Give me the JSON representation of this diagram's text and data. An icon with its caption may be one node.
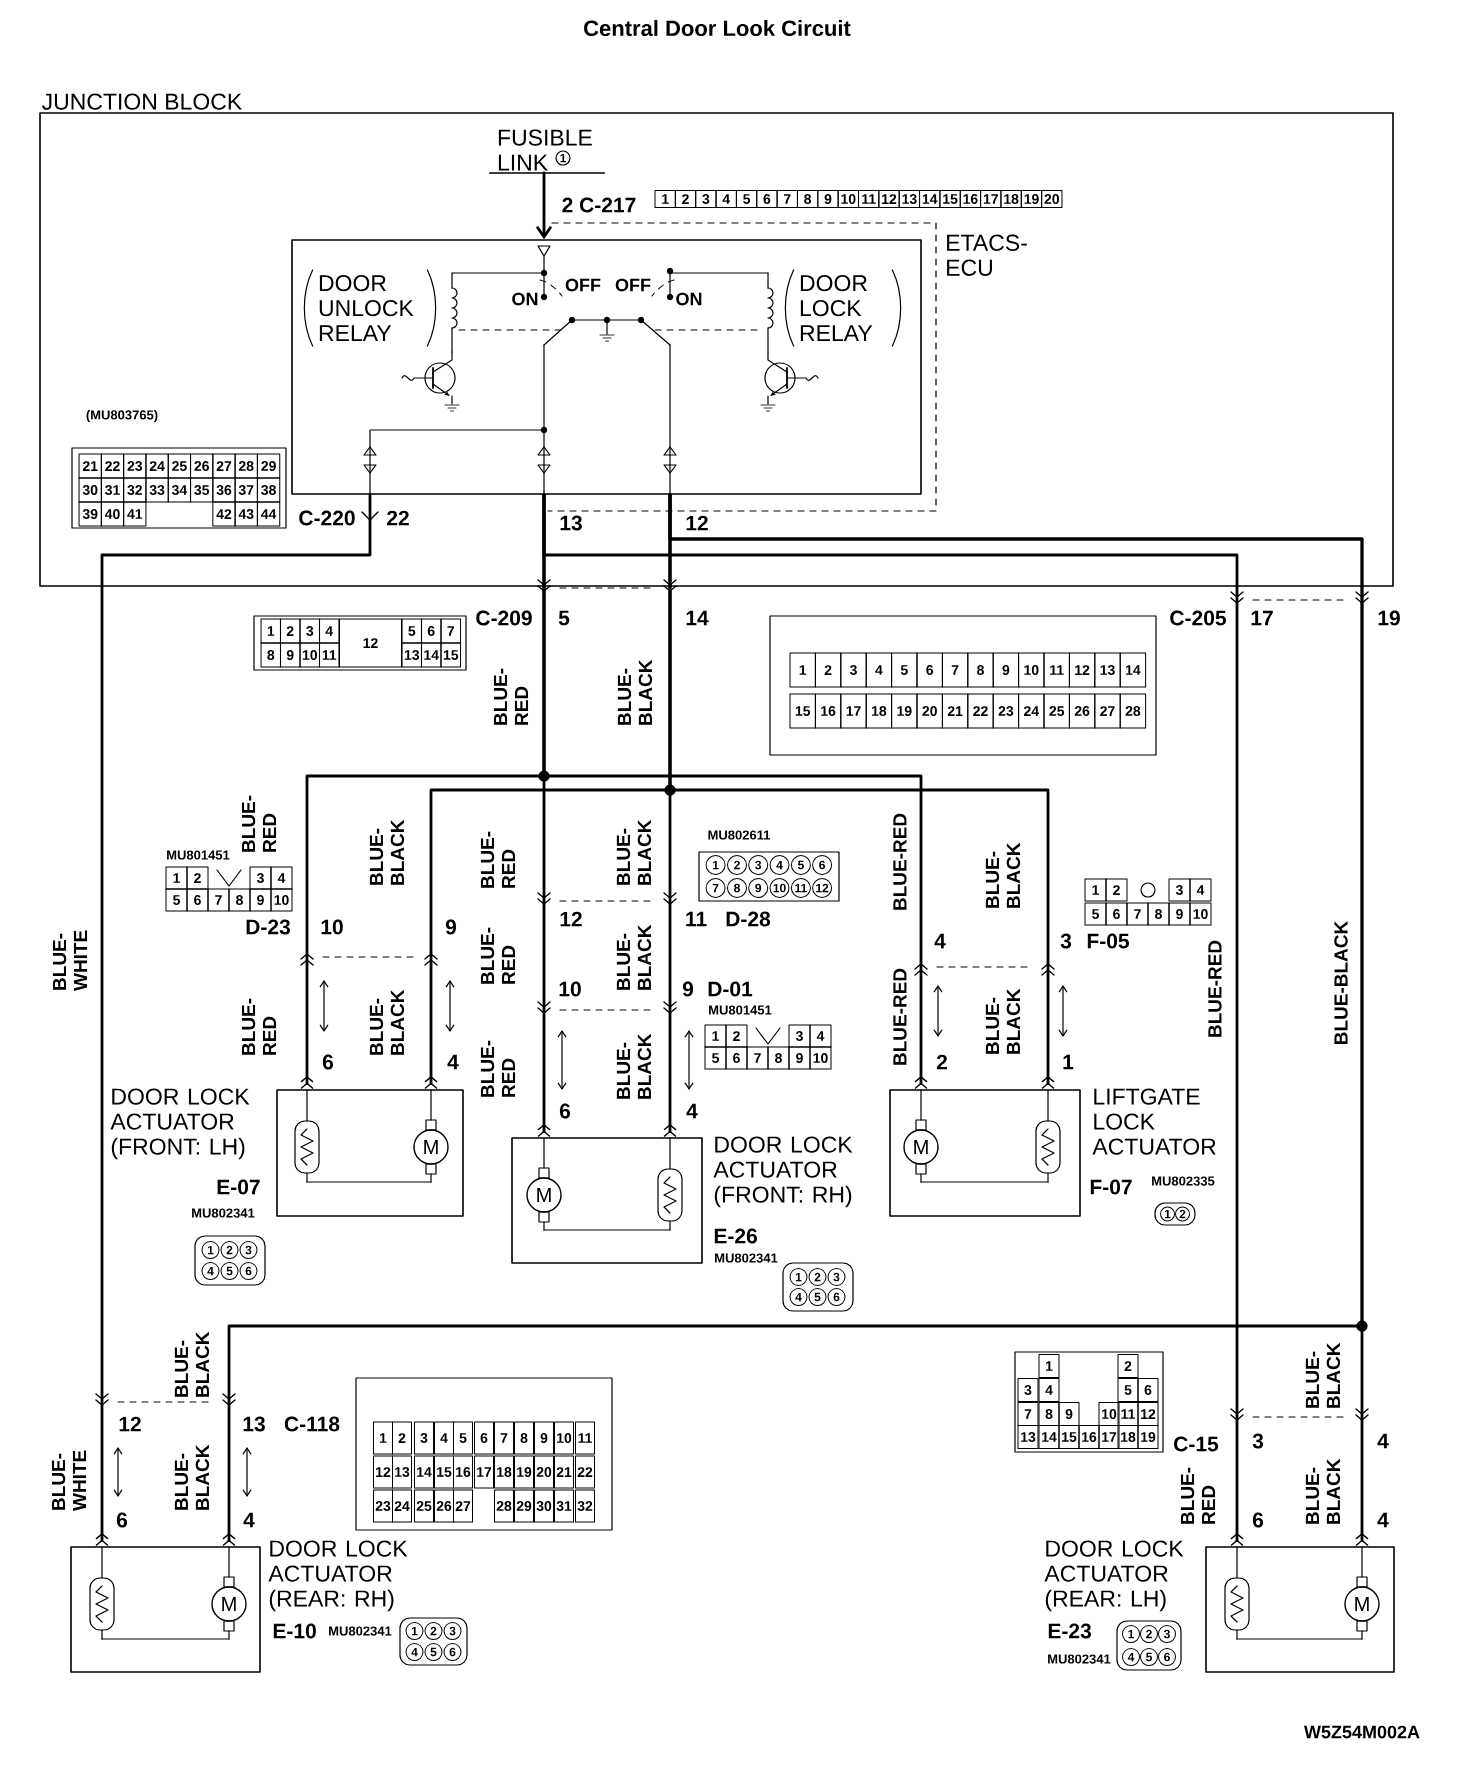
{
  "diagram": {
    "title": "Central Door Look Circuit",
    "nodes": [
      {
        "text": [
          "JUNCTION BLOCK"
        ]
      },
      {
        "text": [
          "ETACS- ECU"
        ],
        "in": 0
      },
      {
        "text": [
          "FUSIBLE LINK",
          "1"
        ],
        "in": 0
      },
      {
        "text": [
          "DOOR UNLOCK RELAY"
        ],
        "in": 1
      },
      {
        "text": [
          "DOOR LOCK RELAY"
        ],
        "in": 1
      },
      {
        "text": [
          "DOOR LOCK ACTUATOR (FRONT: LH)",
          "E-07"
        ]
      },
      {
        "text": [
          "DOOR LOCK ACTUATOR (FRONT: RH)",
          "E-26"
        ]
      },
      {
        "text": [
          "LIFTGATE LOCK ACTUATOR",
          "F-07"
        ]
      },
      {
        "text": [
          "DOOR LOCK ACTUATOR (REAR: RH)",
          "E-10"
        ]
      },
      {
        "text": [
          "DOOR LOCK ACTUATOR (REAR: LH)",
          "E-23"
        ]
      }
    ],
    "edges": [
      {
        "from": 2,
        "to": 1,
        "arrow": "to"
      },
      {
        "from": 1,
        "to": 5,
        "arrow": "other"
      },
      {
        "from": 1,
        "to": 5,
        "arrow": "other"
      },
      {
        "from": 1,
        "to": 6,
        "arrow": "other"
      },
      {
        "from": 1,
        "to": 6,
        "arrow": "other"
      },
      {
        "from": 1,
        "to": 7,
        "arrow": "other"
      },
      {
        "from": 1,
        "to": 7,
        "arrow": "other"
      },
      {
        "from": 1,
        "to": 9,
        "arrow": "other"
      },
      {
        "from": 1,
        "to": 9,
        "arrow": "other"
      },
      {
        "from": 1,
        "to": 8,
        "arrow": "other"
      },
      {
        "from": 1,
        "to": 8,
        "arrow": "other"
      }
    ],
    "labels": [
      "2 C-217",
      "1",
      "2",
      "3",
      "4",
      "5",
      "6",
      "7",
      "8",
      "9",
      "10",
      "11",
      "12",
      "13",
      "14",
      "15",
      "16",
      "17",
      "18",
      "19",
      "20",
      "ON",
      "OFF",
      "OFF",
      "ON",
      "(MU803765)",
      "21",
      "22",
      "23",
      "24",
      "25",
      "26",
      "27",
      "28",
      "29",
      "30",
      "31",
      "32",
      "33",
      "34",
      "35",
      "36",
      "37",
      "38",
      "39",
      "40",
      "41",
      "42",
      "43",
      "44",
      "C-220",
      "22",
      "13",
      "12",
      "1",
      "2",
      "3",
      "4",
      "5",
      "6",
      "7",
      "8",
      "9",
      "10",
      "11",
      "12",
      "13",
      "14",
      "15",
      "C-209",
      "5",
      "14",
      "C-205",
      "17",
      "19",
      "1",
      "2",
      "3",
      "4",
      "5",
      "6",
      "7",
      "8",
      "9",
      "10",
      "11",
      "12",
      "13",
      "14",
      "15",
      "16",
      "17",
      "18",
      "19",
      "20",
      "21",
      "22",
      "23",
      "24",
      "25",
      "26",
      "27",
      "28",
      "BLUE- RED",
      "BLUE- BLACK",
      "BLUE- WHITE",
      "BLUE- RED",
      "BLUE- BLACK",
      "BLUE- RED",
      "BLUE- BLACK",
      "BLUE-RED",
      "BLUE- BLACK",
      "MU801451",
      "1",
      "2",
      "3",
      "4",
      "5",
      "6",
      "7",
      "8",
      "9",
      "10",
      "MU802611",
      "1",
      "2",
      "3",
      "4",
      "5",
      "6",
      "7",
      "8",
      "9",
      "10",
      "11",
      "12",
      "1",
      "2",
      "3",
      "4",
      "5",
      "6",
      "7",
      "8",
      "9",
      "10",
      "D-23",
      "10",
      "9",
      "12",
      "11",
      "D-28",
      "4",
      "3",
      "F-05",
      "BLUE- RED",
      "BLUE- BLACK",
      "BLUE-RED",
      "BLUE-BLACK",
      "10",
      "9",
      "D-01",
      "MU801451",
      "1",
      "2",
      "3",
      "4",
      "5",
      "6",
      "7",
      "8",
      "9",
      "10",
      "BLUE- RED",
      "BLUE- BLACK",
      "BLUE-RED",
      "BLUE- BLACK",
      "BLUE- RED",
      "BLUE- BLACK",
      "6",
      "4",
      "2",
      "1",
      "6",
      "4",
      "M",
      "M",
      "M",
      "MU802341",
      "MU802335",
      "1",
      "2",
      "1",
      "2",
      "3",
      "4",
      "5",
      "6",
      "MU802341",
      "1",
      "2",
      "3",
      "4",
      "5",
      "6",
      "BLUE- BLACK",
      "12",
      "13",
      "C-118",
      "1",
      "2",
      "3",
      "4",
      "5",
      "6",
      "7",
      "8",
      "9",
      "10",
      "11",
      "12",
      "13",
      "14",
      "15",
      "16",
      "17",
      "18",
      "19",
      "20",
      "21",
      "22",
      "23",
      "24",
      "25",
      "26",
      "27",
      "28",
      "29",
      "30",
      "31",
      "32",
      "1",
      "2",
      "3",
      "4",
      "5",
      "6",
      "7",
      "8",
      "9",
      "10",
      "11",
      "12",
      "13",
      "14",
      "15",
      "16",
      "17",
      "18",
      "19",
      "BLUE- BLACK",
      "C-15",
      "3",
      "4",
      "BLUE- WHITE",
      "BLUE- BLACK",
      "6",
      "4",
      "BLUE- RED",
      "BLUE- BLACK",
      "6",
      "4",
      "M",
      "M",
      "MU802341",
      "1",
      "2",
      "3",
      "4",
      "5",
      "6",
      "MU802341",
      "1",
      "2",
      "3",
      "4",
      "5",
      "6",
      "W5Z54M002A"
    ]
  }
}
